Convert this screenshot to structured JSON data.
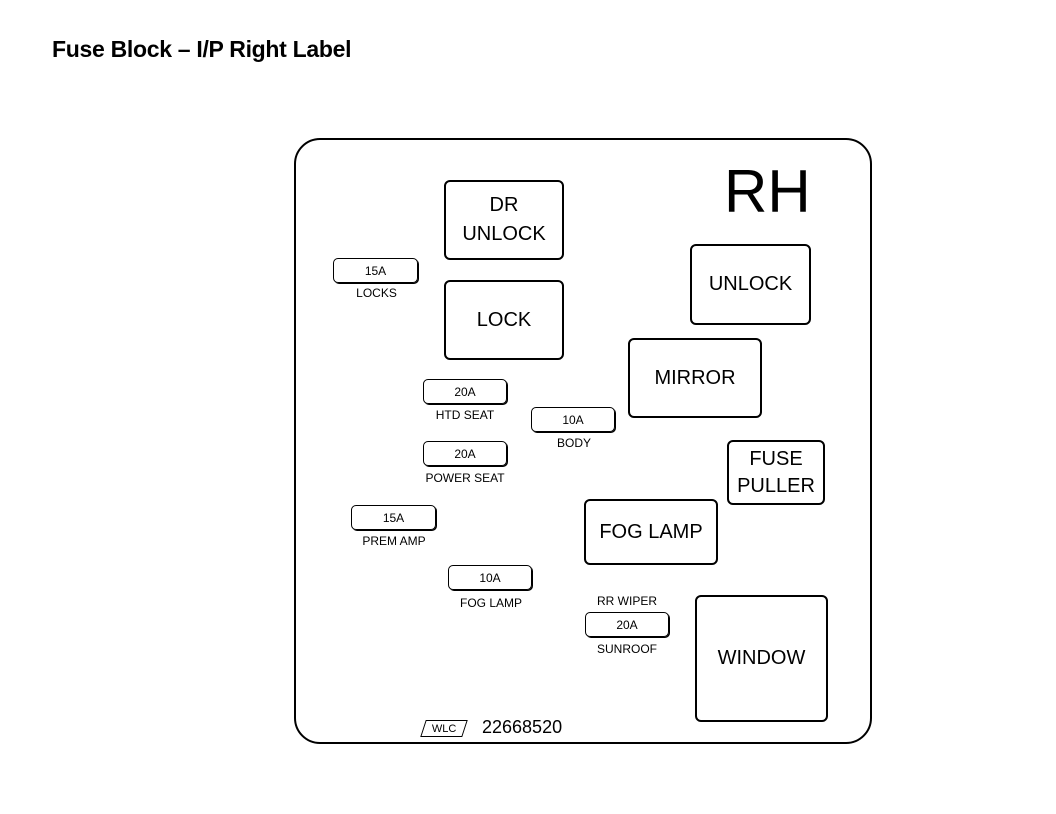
{
  "title": "Fuse Block – I/P Right Label",
  "side_marker": "RH",
  "relays": {
    "dr_unlock": [
      "DR",
      "UNLOCK"
    ],
    "lock": "LOCK",
    "unlock": "UNLOCK",
    "mirror": "MIRROR",
    "fuse_puller": [
      "FUSE",
      "PULLER"
    ],
    "fog_lamp": "FOG LAMP",
    "window": "WINDOW"
  },
  "fuses": {
    "locks": {
      "rating": "15A",
      "label": "LOCKS"
    },
    "htd_seat": {
      "rating": "20A",
      "label": "HTD SEAT"
    },
    "body": {
      "rating": "10A",
      "label": "BODY"
    },
    "power_seat": {
      "rating": "20A",
      "label": "POWER SEAT"
    },
    "prem_amp": {
      "rating": "15A",
      "label": "PREM AMP"
    },
    "fog_lamp": {
      "rating": "10A",
      "label": "FOG LAMP"
    },
    "rr_wiper_sunroof": {
      "rating": "20A",
      "label_top": "RR WIPER",
      "label_bottom": "SUNROOF"
    }
  },
  "footer": {
    "logo_text": "WLC",
    "part_number": "22668520"
  }
}
